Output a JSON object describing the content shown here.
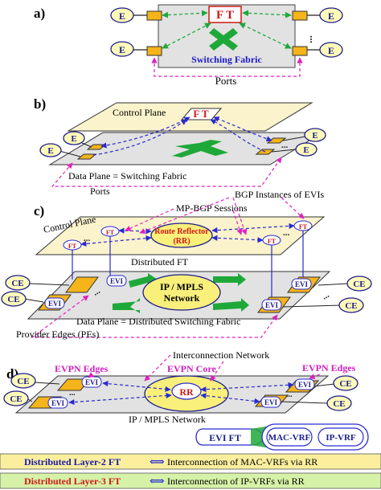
{
  "panels": {
    "a": "a)",
    "b": "b)",
    "c": "c)",
    "d": "d)"
  },
  "labels": {
    "e": "E",
    "ce": "CE",
    "evi": "EVI",
    "ft": "FT",
    "ft_big": "F T",
    "switching_fabric": "Switching Fabric",
    "ports": "Ports",
    "control_plane": "Control Plane",
    "data_plane_b": "Data Plane = Switching Fabric",
    "bgp_instances": "BGP Instances of EVIs",
    "mp_bgp": "MP-BGP Sessions",
    "route_reflector_1": "Route Reflector",
    "route_reflector_2": "(RR)",
    "distributed_ft": "Distributed FT",
    "ip_mpls_1": "IP / MPLS",
    "ip_mpls_2": "Network",
    "data_plane_c": "Data Plane = Distributed Switching Fabric",
    "provider_edges": "Provider Edges  (PEs)",
    "interconnection_network": "Interconnection Network",
    "evpn_edges": "EVPN Edges",
    "evpn_core": "EVPN Core",
    "rr": "RR",
    "ip_mpls_network": "IP / MPLS Network",
    "evi_ft": "EVI  FT",
    "mac_vrf": "MAC-VRF",
    "ip_vrf": "IP-VRF",
    "ellipsis": "..."
  },
  "legend": [
    {
      "term": "Distributed Layer-2 FT",
      "arrow": "⟺",
      "desc": "Interconnection of MAC-VRFs via RR",
      "term_color": "#1a1aa6",
      "bg": "#fbef9e"
    },
    {
      "term": "Distributed Layer-3 FT",
      "arrow": "⟺",
      "desc": "Interconnection of IP-VRFs via RR",
      "term_color": "#d01818",
      "bg": "#d6f2a8"
    }
  ],
  "colors": {
    "node_fill": "#fffbb8",
    "node_stroke": "#1c1c8c",
    "port_fill": "#f4b41a",
    "ft_red": "#d01818",
    "arrow_green": "#1fa83a",
    "dash_blue": "#2a2ad0",
    "dash_magenta": "#e020c0",
    "plane_gray": "#e2e2e2",
    "plane_yellow": "#faf3cc",
    "ellipse_yellow": "#f8f07a"
  }
}
